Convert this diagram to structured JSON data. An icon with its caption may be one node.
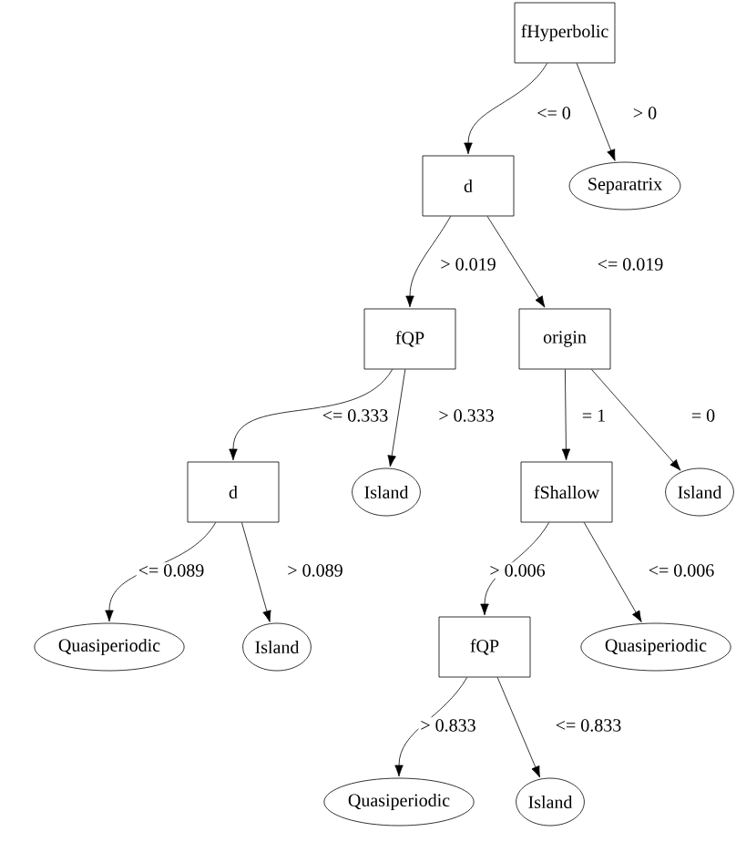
{
  "diagram": {
    "nodes": [
      {
        "text": [
          "fHyperbolic"
        ]
      },
      {
        "text": [
          "d"
        ]
      },
      {
        "text": [
          "Separatrix"
        ]
      },
      {
        "text": [
          "fQP"
        ]
      },
      {
        "text": [
          "origin"
        ]
      },
      {
        "text": [
          "d"
        ]
      },
      {
        "text": [
          "Island"
        ]
      },
      {
        "text": [
          "fShallow"
        ]
      },
      {
        "text": [
          "Island"
        ]
      },
      {
        "text": [
          "Quasiperiodic"
        ]
      },
      {
        "text": [
          "Island"
        ]
      },
      {
        "text": [
          "fQP"
        ]
      },
      {
        "text": [
          "Quasiperiodic"
        ]
      },
      {
        "text": [
          "Quasiperiodic"
        ]
      },
      {
        "text": [
          "Island"
        ]
      }
    ],
    "edges": [
      {
        "from": 0,
        "to": 1,
        "arrow": "to",
        "label": "<= 0"
      },
      {
        "from": 0,
        "to": 2,
        "arrow": "to",
        "label": "> 0"
      },
      {
        "from": 1,
        "to": 3,
        "arrow": "to",
        "label": "> 0.019"
      },
      {
        "from": 1,
        "to": 4,
        "arrow": "to",
        "label": "<= 0.019"
      },
      {
        "from": 3,
        "to": 5,
        "arrow": "to",
        "label": "<= 0.333"
      },
      {
        "from": 3,
        "to": 6,
        "arrow": "to",
        "label": "> 0.333"
      },
      {
        "from": 4,
        "to": 7,
        "arrow": "to",
        "label": "= 1"
      },
      {
        "from": 4,
        "to": 8,
        "arrow": "to",
        "label": "= 0"
      },
      {
        "from": 5,
        "to": 9,
        "arrow": "to",
        "label": "<= 0.089"
      },
      {
        "from": 5,
        "to": 10,
        "arrow": "to",
        "label": "> 0.089"
      },
      {
        "from": 7,
        "to": 11,
        "arrow": "to",
        "label": "> 0.006"
      },
      {
        "from": 7,
        "to": 12,
        "arrow": "to",
        "label": "<= 0.006"
      },
      {
        "from": 11,
        "to": 13,
        "arrow": "to",
        "label": "> 0.833"
      },
      {
        "from": 11,
        "to": 14,
        "arrow": "to",
        "label": "<= 0.833"
      }
    ]
  }
}
